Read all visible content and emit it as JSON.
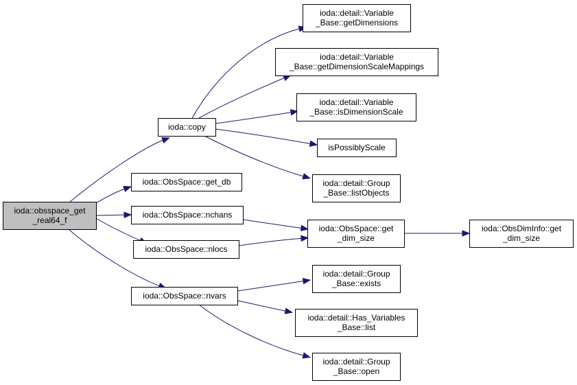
{
  "diagram": {
    "nodes": [
      {
        "id": "root",
        "lines": [
          "ioda::obsspace_get",
          "_real64_f"
        ],
        "highlight": true
      },
      {
        "id": "copy",
        "lines": [
          "ioda::copy"
        ]
      },
      {
        "id": "get_db",
        "lines": [
          "ioda::ObsSpace::get_db"
        ]
      },
      {
        "id": "nchans",
        "lines": [
          "ioda::ObsSpace::nchans"
        ]
      },
      {
        "id": "nlocs",
        "lines": [
          "ioda::ObsSpace::nlocs"
        ]
      },
      {
        "id": "nvars",
        "lines": [
          "ioda::ObsSpace::nvars"
        ]
      },
      {
        "id": "getDimensions",
        "lines": [
          "ioda::detail::Variable",
          "_Base::getDimensions"
        ]
      },
      {
        "id": "getDimensionScaleMappings",
        "lines": [
          "ioda::detail::Variable",
          "_Base::getDimensionScaleMappings"
        ]
      },
      {
        "id": "isDimensionScale",
        "lines": [
          "ioda::detail::Variable",
          "_Base::isDimensionScale"
        ]
      },
      {
        "id": "isPossiblyScale",
        "lines": [
          "isPossiblyScale"
        ]
      },
      {
        "id": "listObjects",
        "lines": [
          "ioda::detail::Group",
          "_Base::listObjects"
        ]
      },
      {
        "id": "get_dim_size",
        "lines": [
          "ioda::ObsSpace::get",
          "_dim_size"
        ]
      },
      {
        "id": "obsdiminfo_get_dim_size",
        "lines": [
          "ioda::ObsDimInfo::get",
          "_dim_size"
        ]
      },
      {
        "id": "exists",
        "lines": [
          "ioda::detail::Group",
          "_Base::exists"
        ]
      },
      {
        "id": "list",
        "lines": [
          "ioda::detail::Has_Variables",
          "_Base::list"
        ]
      },
      {
        "id": "open",
        "lines": [
          "ioda::detail::Group",
          "_Base::open"
        ]
      }
    ],
    "edges": [
      {
        "from": "root",
        "to": "copy"
      },
      {
        "from": "root",
        "to": "get_db"
      },
      {
        "from": "root",
        "to": "nchans"
      },
      {
        "from": "root",
        "to": "nlocs"
      },
      {
        "from": "root",
        "to": "nvars"
      },
      {
        "from": "copy",
        "to": "getDimensions"
      },
      {
        "from": "copy",
        "to": "getDimensionScaleMappings"
      },
      {
        "from": "copy",
        "to": "isDimensionScale"
      },
      {
        "from": "copy",
        "to": "isPossiblyScale"
      },
      {
        "from": "copy",
        "to": "listObjects"
      },
      {
        "from": "nchans",
        "to": "get_dim_size"
      },
      {
        "from": "nlocs",
        "to": "get_dim_size"
      },
      {
        "from": "get_dim_size",
        "to": "obsdiminfo_get_dim_size"
      },
      {
        "from": "nvars",
        "to": "exists"
      },
      {
        "from": "nvars",
        "to": "list"
      },
      {
        "from": "nvars",
        "to": "open"
      }
    ],
    "colors": {
      "edge": "#191970",
      "root_fill": "#bfbfbf",
      "node_fill": "#ffffff",
      "border": "#000000"
    }
  }
}
